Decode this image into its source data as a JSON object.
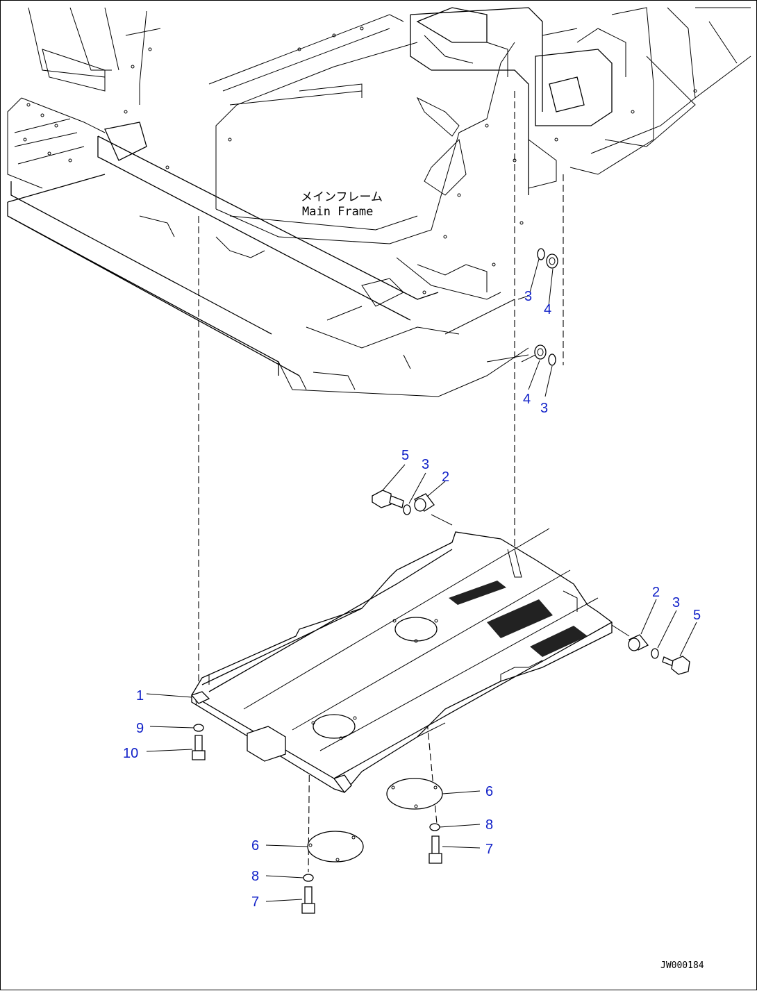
{
  "diagram": {
    "frame_label_jp": "メインフレーム",
    "frame_label_en": "Main Frame",
    "drawing_code": "JW000184"
  },
  "callouts": [
    {
      "id": "c3a",
      "num": "3"
    },
    {
      "id": "c4a",
      "num": "4"
    },
    {
      "id": "c4b",
      "num": "4"
    },
    {
      "id": "c3b",
      "num": "3"
    },
    {
      "id": "c5a",
      "num": "5"
    },
    {
      "id": "c3c",
      "num": "3"
    },
    {
      "id": "c2a",
      "num": "2"
    },
    {
      "id": "c2b",
      "num": "2"
    },
    {
      "id": "c3d",
      "num": "3"
    },
    {
      "id": "c5b",
      "num": "5"
    },
    {
      "id": "c1",
      "num": "1"
    },
    {
      "id": "c9",
      "num": "9"
    },
    {
      "id": "c10",
      "num": "10"
    },
    {
      "id": "c6a",
      "num": "6"
    },
    {
      "id": "c8a",
      "num": "8"
    },
    {
      "id": "c7a",
      "num": "7"
    },
    {
      "id": "c6b",
      "num": "6"
    },
    {
      "id": "c8b",
      "num": "8"
    },
    {
      "id": "c7b",
      "num": "7"
    }
  ]
}
